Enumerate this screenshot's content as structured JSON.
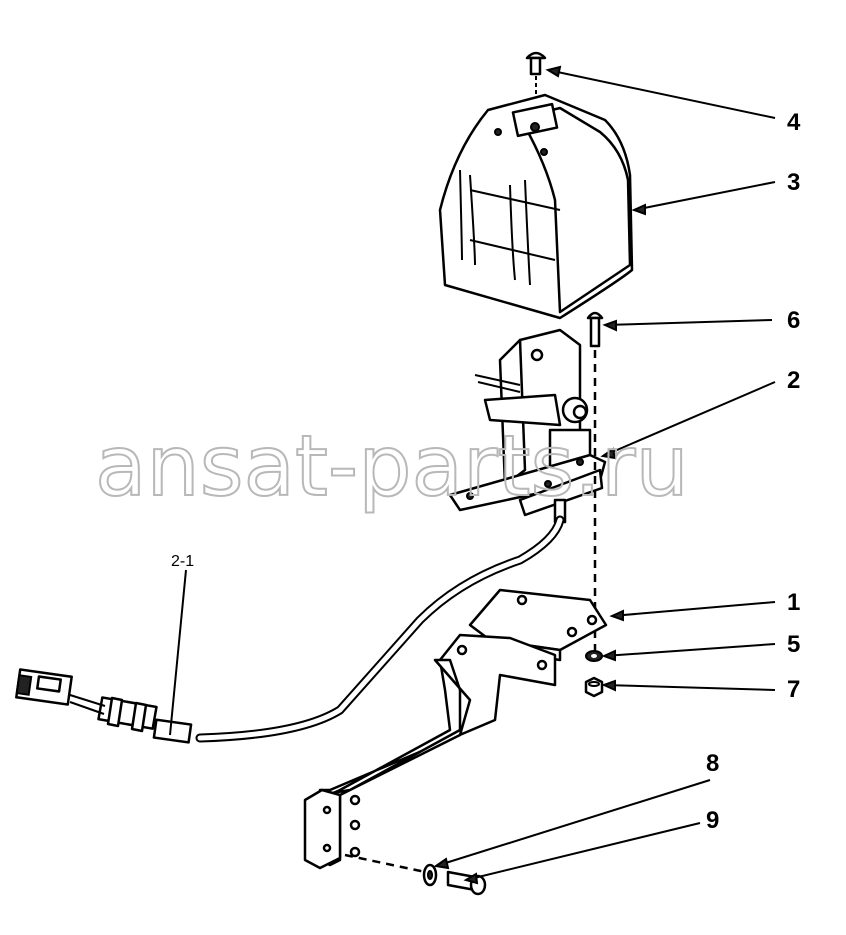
{
  "callouts": {
    "c1": "1",
    "c2": "2",
    "c2_1": "2-1",
    "c3": "3",
    "c4": "4",
    "c5": "5",
    "c6": "6",
    "c7": "7",
    "c8": "8",
    "c9": "9"
  },
  "watermark": "ansat-parts.ru"
}
